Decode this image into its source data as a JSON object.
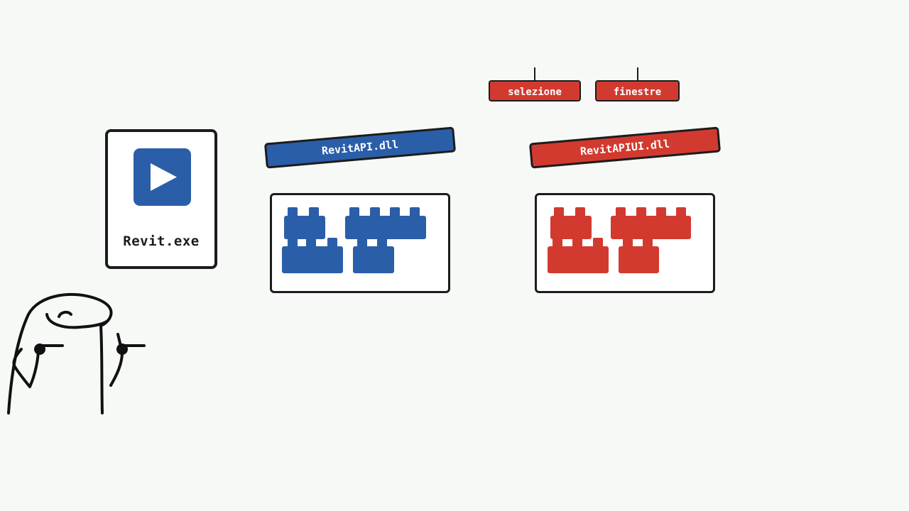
{
  "executable": {
    "label": "Revit.exe",
    "icon": "play-icon"
  },
  "libraries": [
    {
      "label": "RevitAPI.dll",
      "color": "#2a5ea9"
    },
    {
      "label": "RevitAPIUI.dll",
      "color": "#d23a30"
    }
  ],
  "namespace_tags": [
    {
      "label": "selezione"
    },
    {
      "label": "finestre"
    }
  ],
  "colors": {
    "api_blue": "#2a5ea9",
    "api_red": "#d23a30",
    "outline": "#1c1c1c",
    "background": "#f7f9f6"
  }
}
